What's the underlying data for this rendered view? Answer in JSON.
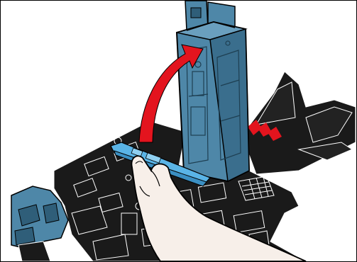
{
  "illustration": {
    "subject": "",
    "colors": {
      "base": "#1a1a1a",
      "base_line": "#ffffff",
      "cockpit_piece": "#4e87a8",
      "cockpit_dark": "#2f5e79",
      "small_part": "#5ab4e6",
      "arrow": "#e3141e",
      "skin": "#f7efe9",
      "hand_outline": "#000000"
    },
    "icons": [
      "red-lift-arrow",
      "blue-tool-part",
      "hand-pinch"
    ]
  }
}
